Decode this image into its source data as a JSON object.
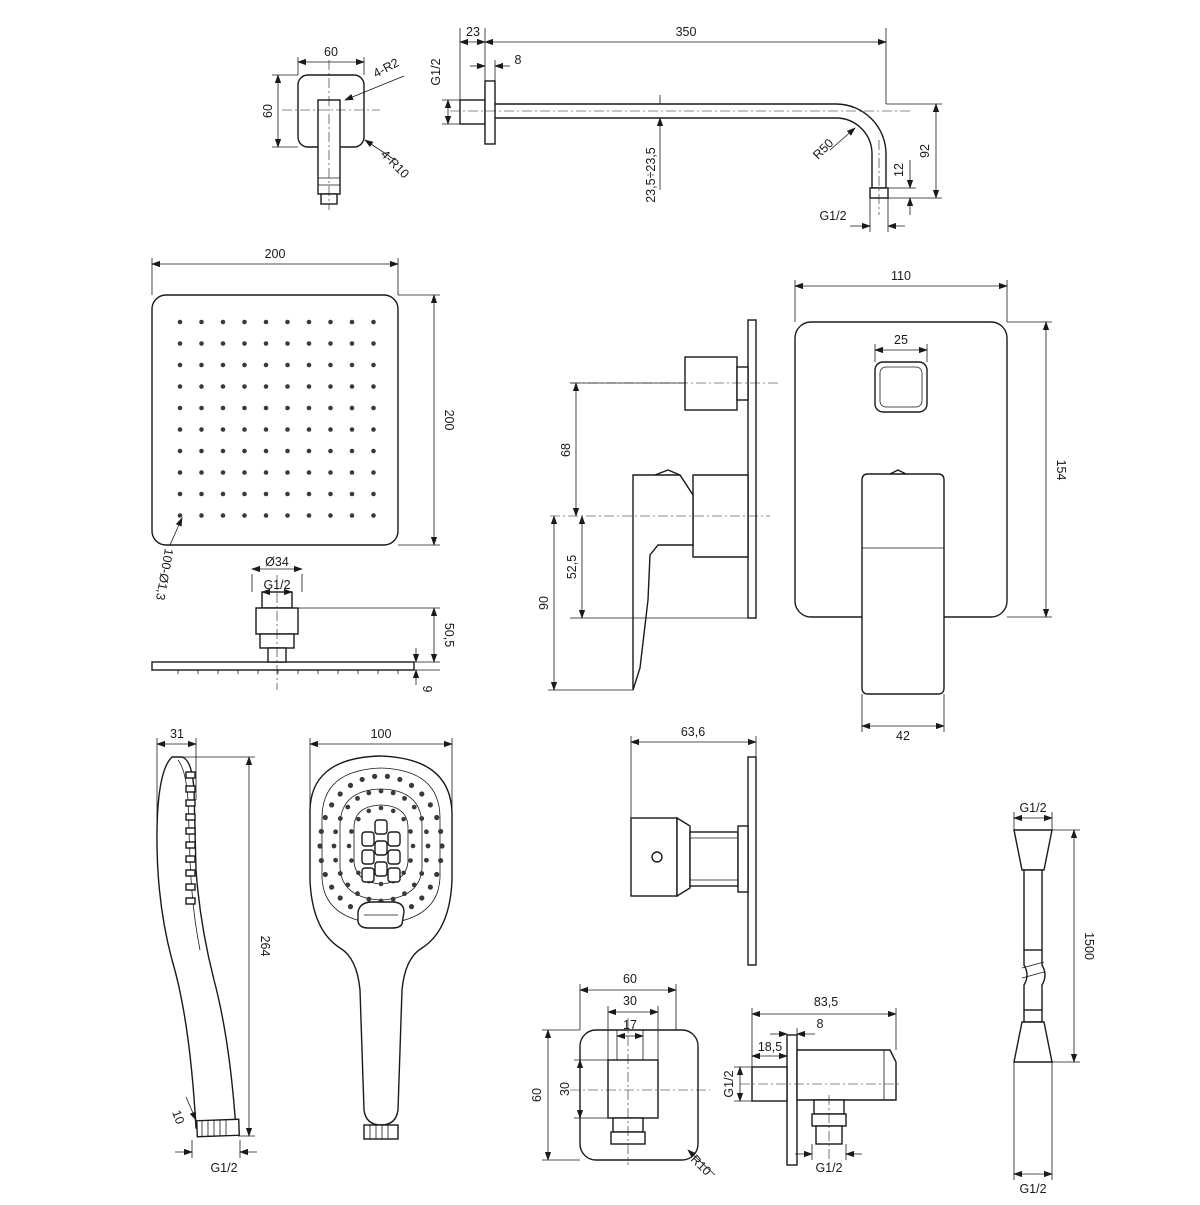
{
  "wall_connector_top": {
    "width": "60",
    "height": "60",
    "corner_small": "4-R2",
    "corner_large": "4-R10"
  },
  "shower_arm": {
    "offset": "23",
    "length": "350",
    "thread_in": "G1/2",
    "flange": "8",
    "tube": "23,5÷23,5",
    "bend_radius": "R50",
    "drop": "92",
    "end": "12",
    "thread_out": "G1/2"
  },
  "overhead_shower": {
    "width": "200",
    "height": "200",
    "holes": "100-Ø1,3",
    "connector_dia": "Ø34",
    "thread": "G1/2",
    "height_total": "50,5",
    "plate": "9"
  },
  "mixer_side": {
    "upper": "68",
    "lower": "52,5",
    "depth": "90"
  },
  "mixer_front": {
    "width": "110",
    "button": "25",
    "height": "154",
    "lever": "42"
  },
  "hand_shower_side": {
    "thickness": "31",
    "length": "264",
    "neck": "10",
    "thread": "G1/2"
  },
  "hand_shower_front": {
    "width": "100"
  },
  "diverter_side": {
    "depth": "63,6"
  },
  "wall_outlet_front": {
    "width": "60",
    "inner": "30",
    "small": "17",
    "height": "60",
    "inner_h": "30",
    "radius": "R10"
  },
  "wall_outlet_side": {
    "length": "83,5",
    "flange": "8",
    "offset": "18,5",
    "thread_in": "G1/2",
    "thread_out": "G1/2"
  },
  "hose": {
    "thread_top": "G1/2",
    "length": "1500",
    "thread_bottom": "G1/2"
  }
}
